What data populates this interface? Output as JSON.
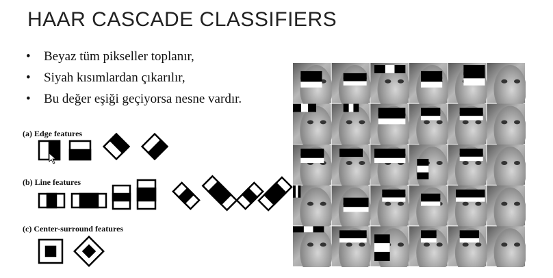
{
  "slide": {
    "title": "HAAR CASCADE CLASSIFIERS",
    "bullets": [
      {
        "text": "Beyaz tüm pikseller toplanır,"
      },
      {
        "text": "Siyah kısımlardan çıkarılır,"
      },
      {
        "text": "Bu değer eşiği geçiyorsa nesne vardır."
      }
    ],
    "bullet_marker": "•"
  },
  "features": {
    "edge_label": "(a) Edge features",
    "line_label": "(b) Line features",
    "center_label": "(c) Center-surround features"
  },
  "face_grid": {
    "rows": 5,
    "cols": 6,
    "description_icon": "face-photo"
  }
}
